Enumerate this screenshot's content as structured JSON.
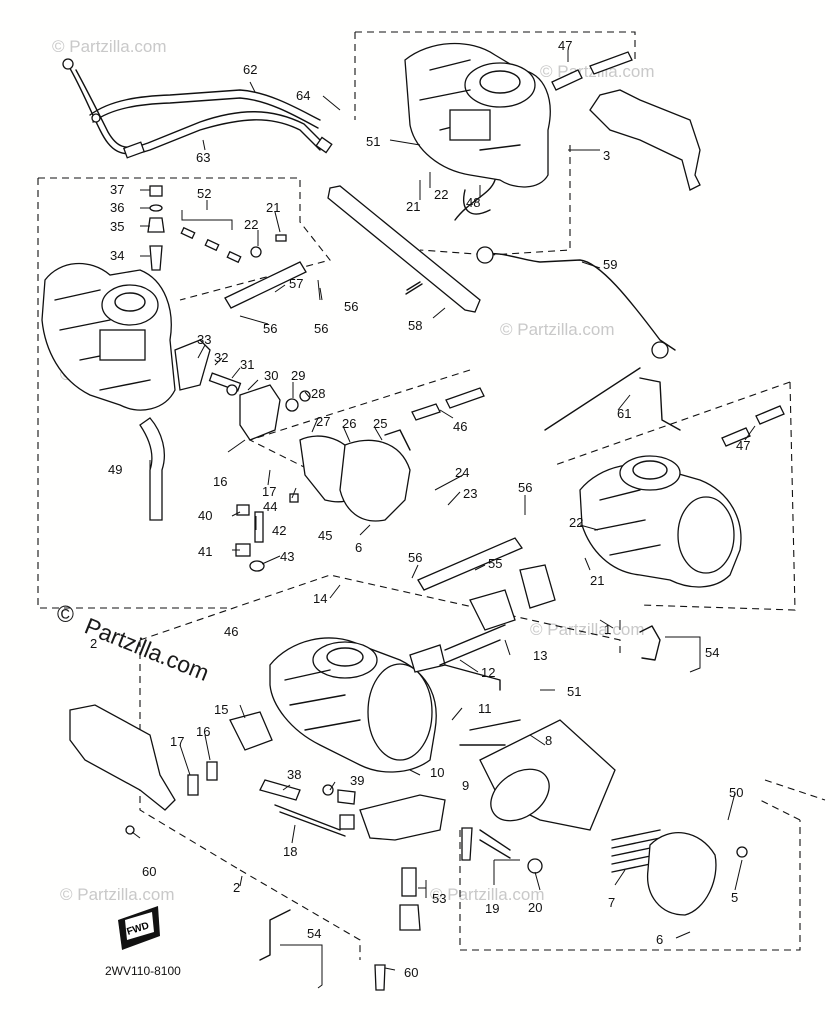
{
  "watermark": {
    "text": "© Partzilla.com",
    "main_text": "Partzilla.com",
    "copyright": "©"
  },
  "diagram_code": "2WV110-8100",
  "fwd_label": "FWD",
  "callouts": [
    {
      "id": "c1",
      "text": "1"
    },
    {
      "id": "c2",
      "text": "2"
    },
    {
      "id": "c2b",
      "text": "2"
    },
    {
      "id": "c3",
      "text": "3"
    },
    {
      "id": "c5",
      "text": "5"
    },
    {
      "id": "c6a",
      "text": "6"
    },
    {
      "id": "c6b",
      "text": "6"
    },
    {
      "id": "c7",
      "text": "7"
    },
    {
      "id": "c8",
      "text": "8"
    },
    {
      "id": "c9",
      "text": "9"
    },
    {
      "id": "c10",
      "text": "10"
    },
    {
      "id": "c11",
      "text": "11"
    },
    {
      "id": "c12",
      "text": "12"
    },
    {
      "id": "c13",
      "text": "13"
    },
    {
      "id": "c14",
      "text": "14"
    },
    {
      "id": "c15",
      "text": "15"
    },
    {
      "id": "c16a",
      "text": "16"
    },
    {
      "id": "c16b",
      "text": "16"
    },
    {
      "id": "c17a",
      "text": "17"
    },
    {
      "id": "c17b",
      "text": "17"
    },
    {
      "id": "c18",
      "text": "18"
    },
    {
      "id": "c19",
      "text": "19"
    },
    {
      "id": "c20",
      "text": "20"
    },
    {
      "id": "c21a",
      "text": "21"
    },
    {
      "id": "c21b",
      "text": "21"
    },
    {
      "id": "c21c",
      "text": "21"
    },
    {
      "id": "c22a",
      "text": "22"
    },
    {
      "id": "c22b",
      "text": "22"
    },
    {
      "id": "c22c",
      "text": "22"
    },
    {
      "id": "c23",
      "text": "23"
    },
    {
      "id": "c24",
      "text": "24"
    },
    {
      "id": "c25",
      "text": "25"
    },
    {
      "id": "c26",
      "text": "26"
    },
    {
      "id": "c27",
      "text": "27"
    },
    {
      "id": "c28",
      "text": "28"
    },
    {
      "id": "c29",
      "text": "29"
    },
    {
      "id": "c30",
      "text": "30"
    },
    {
      "id": "c31",
      "text": "31"
    },
    {
      "id": "c32",
      "text": "32"
    },
    {
      "id": "c33",
      "text": "33"
    },
    {
      "id": "c34",
      "text": "34"
    },
    {
      "id": "c35",
      "text": "35"
    },
    {
      "id": "c36",
      "text": "36"
    },
    {
      "id": "c37",
      "text": "37"
    },
    {
      "id": "c38",
      "text": "38"
    },
    {
      "id": "c39",
      "text": "39"
    },
    {
      "id": "c40",
      "text": "40"
    },
    {
      "id": "c41",
      "text": "41"
    },
    {
      "id": "c42",
      "text": "42"
    },
    {
      "id": "c43",
      "text": "43"
    },
    {
      "id": "c44",
      "text": "44"
    },
    {
      "id": "c45",
      "text": "45"
    },
    {
      "id": "c46a",
      "text": "46"
    },
    {
      "id": "c46b",
      "text": "46"
    },
    {
      "id": "c47a",
      "text": "47"
    },
    {
      "id": "c47b",
      "text": "47"
    },
    {
      "id": "c48",
      "text": "48"
    },
    {
      "id": "c49",
      "text": "49"
    },
    {
      "id": "c50",
      "text": "50"
    },
    {
      "id": "c51a",
      "text": "51"
    },
    {
      "id": "c51b",
      "text": "51"
    },
    {
      "id": "c52",
      "text": "52"
    },
    {
      "id": "c53",
      "text": "53"
    },
    {
      "id": "c54a",
      "text": "54"
    },
    {
      "id": "c54b",
      "text": "54"
    },
    {
      "id": "c55",
      "text": "55"
    },
    {
      "id": "c56a",
      "text": "56"
    },
    {
      "id": "c56b",
      "text": "56"
    },
    {
      "id": "c56c",
      "text": "56"
    },
    {
      "id": "c56d",
      "text": "56"
    },
    {
      "id": "c56e",
      "text": "56"
    },
    {
      "id": "c57",
      "text": "57"
    },
    {
      "id": "c58",
      "text": "58"
    },
    {
      "id": "c59",
      "text": "59"
    },
    {
      "id": "c60a",
      "text": "60"
    },
    {
      "id": "c60b",
      "text": "60"
    },
    {
      "id": "c61",
      "text": "61"
    },
    {
      "id": "c62",
      "text": "62"
    },
    {
      "id": "c63",
      "text": "63"
    },
    {
      "id": "c64",
      "text": "64"
    }
  ]
}
